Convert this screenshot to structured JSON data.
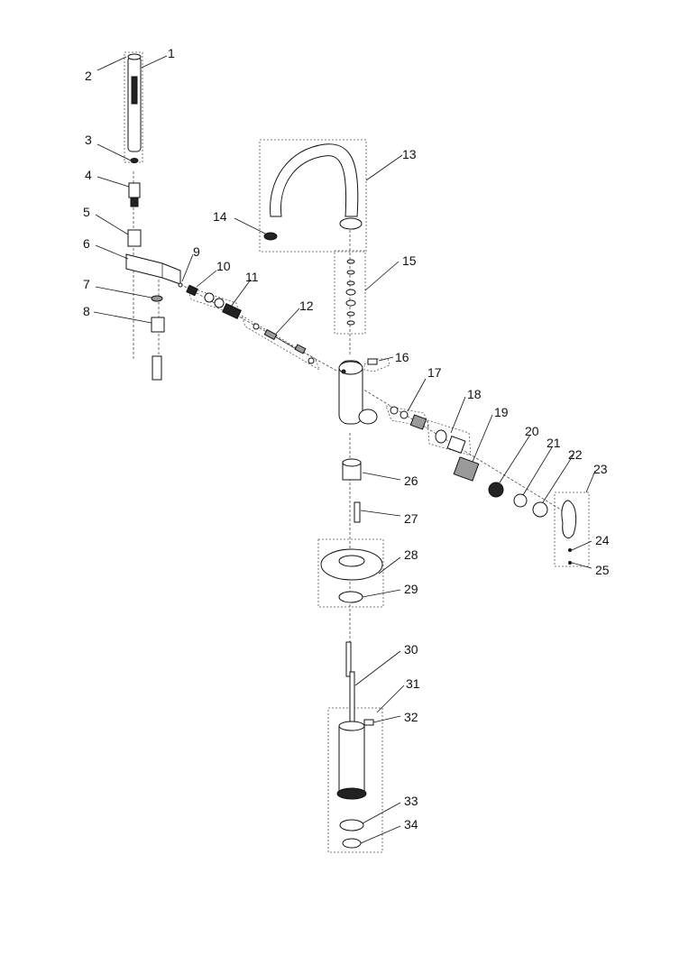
{
  "callouts": [
    "1",
    "2",
    "3",
    "4",
    "5",
    "6",
    "7",
    "8",
    "9",
    "10",
    "11",
    "12",
    "13",
    "14",
    "15",
    "16",
    "17",
    "18",
    "19",
    "20",
    "21",
    "22",
    "23",
    "24",
    "25",
    "26",
    "27",
    "28",
    "29",
    "30",
    "31",
    "32",
    "33",
    "34"
  ]
}
